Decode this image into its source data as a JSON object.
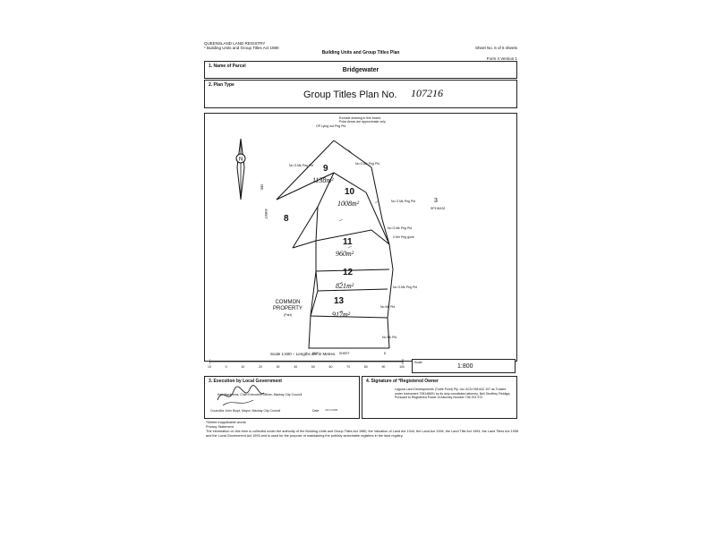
{
  "header": {
    "registry_line1": "QUEENSLAND LAND REGISTRY",
    "registry_line2": "* Building Units and Group Titles Act 1980",
    "form_title": "Building Units and Group Titles Plan",
    "sheet_info": "Sheet No. 6 of 6 sheets",
    "form_version": "Form 4 Version 1"
  },
  "section1": {
    "label": "1.   Name of Parcel",
    "value": "Bridgewater"
  },
  "section2": {
    "label": "2.   Plan Type",
    "value": "Group Titles Plan No.",
    "plan_number_handwritten": "107216"
  },
  "plan": {
    "drawing_note_1": "Exclude drawing in this boxed",
    "drawing_note_2": "Polar Areas are approximate only.",
    "common_property_line1": "COMMON",
    "common_property_line2": "PROPERTY",
    "common_property_line3": "(Part)",
    "lots": [
      {
        "number": "9",
        "area": "1138m²"
      },
      {
        "number": "10",
        "area": "1008m²"
      },
      {
        "number": "11",
        "area": "960m²"
      },
      {
        "number": "12",
        "area": "821m²"
      },
      {
        "number": "13",
        "area": "917m²"
      }
    ],
    "lot_8": "8",
    "lot_3": "3",
    "lot_3_plan": "SP194432",
    "see_left": "SEE",
    "sheet_left": "SHEET",
    "see_bottom": "SEE",
    "sheet_bottom": "SHEET",
    "sheet_ref": "8",
    "peg_labels": [
      "OP Lying out Peg Pld",
      "No O.Mk Peg Pld",
      "No O.Mk Peg Pld",
      "No O.Mk Peg Pld",
      "No O.Mk Peg Pld",
      "No O.Mk Peg Pld",
      "No Mk Pld",
      "No Mk Pld"
    ],
    "peg_gone": "0.5hr Peg gone",
    "scale_caption": "Scale 1:600 – Lengths are in Metres.",
    "scale_ticks": [
      "10",
      "0",
      "10",
      "20",
      "30",
      "40",
      "50",
      "60",
      "70",
      "80",
      "90",
      "100"
    ],
    "scale_label": "Scale",
    "scale_value": "1:800"
  },
  "section3": {
    "label": "3.   Execution by Local Government",
    "officer": "Ken Mackrerss, Chief Executive Officer, Mackay City Council",
    "councillor": "Councillor John Boyd, Mayor, Mackay City Council",
    "date_label": "Date",
    "date_value": "20/1/2006"
  },
  "section4": {
    "label": "4.   Signature of *Registered Owner",
    "text": "Laguna Land Developments (Turtle Point) Pty. Ltd. ACN 098 642 197 as Trustee under Instrument 708148691 by its duly constituted attorney, Neil Geoffrey Fieldiga, Pursuant to Registered Power of Attorney Number 706 291 972"
  },
  "footer": {
    "line1": "*Delete inapplicable words",
    "line2": "Privacy Statement",
    "line3": "The information on this form is collected under the authority of the Building Units and Group Titles Act 1980, the Valuation of Land Act 1944, the Land Act 1994, the Land Title Act 1994, the Land Titles Act 1908 and the Local Government Act 1993 and is used for the purpose of maintaining the publicly searchable registers in the land registry."
  },
  "colors": {
    "ink": "#111111",
    "paper": "#ffffff",
    "border": "#222222"
  }
}
